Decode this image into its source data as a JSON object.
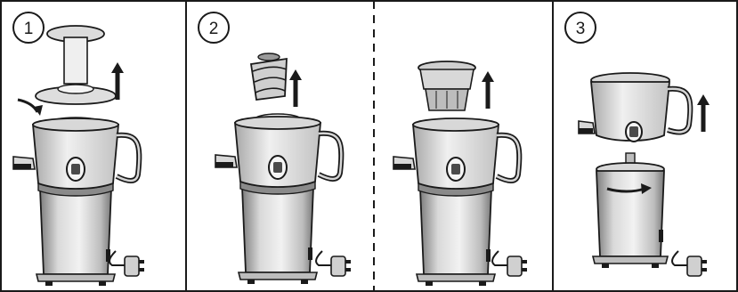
{
  "steps": [
    {
      "number": "1"
    },
    {
      "number": "2"
    },
    {
      "number": "3"
    }
  ],
  "colors": {
    "line": "#1a1a1a",
    "body_fill": "#e6e6e6",
    "body_shade": "#9a9a9a",
    "frame": "#1a1a1a"
  },
  "icons": [
    "up-arrow-icon",
    "curved-arrow-icon",
    "rotation-arrow-icon",
    "power-plug-icon"
  ]
}
